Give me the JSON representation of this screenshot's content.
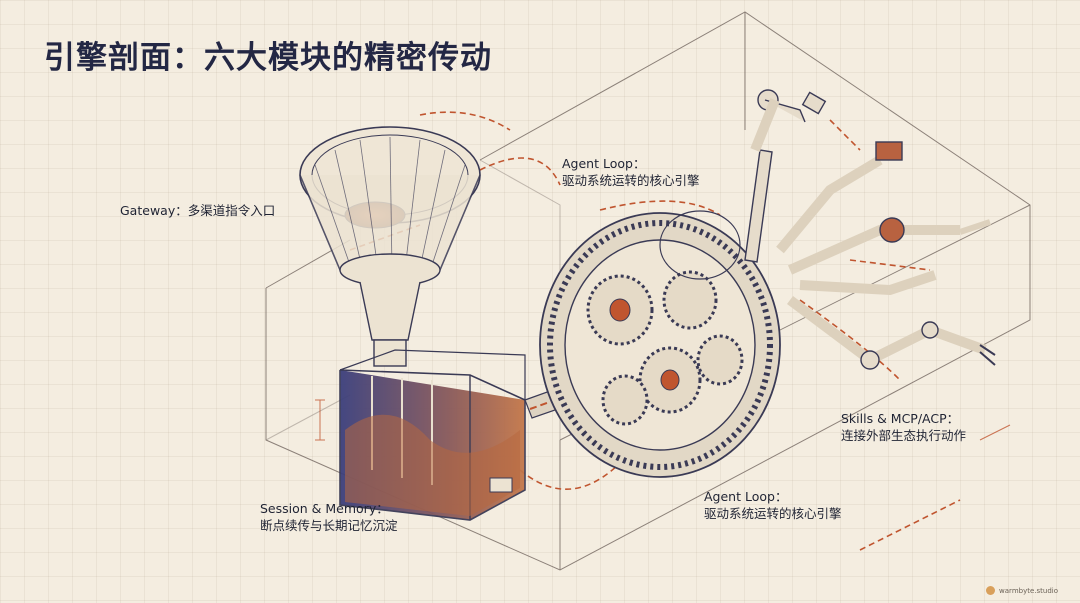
{
  "title": "引擎剖面：六大模块的精密传动",
  "labels": {
    "gateway": {
      "name": "Gateway：",
      "desc": "多渠道指令入口"
    },
    "agent_loop_top": {
      "name": "Agent Loop：",
      "desc": "驱动系统运转的核心引擎"
    },
    "agent_loop_bottom": {
      "name": "Agent Loop：",
      "desc": "驱动系统运转的核心引擎"
    },
    "skills": {
      "name": "Skills & MCP/ACP：",
      "desc": "连接外部生态执行动作"
    },
    "session": {
      "name": "Session & Memory：",
      "desc": "断点续传与长期记忆沉淀"
    }
  },
  "brand": "warmbyte.studio",
  "colors": {
    "ink": "#3a3a55",
    "accent": "#c0552f",
    "navy": "#3a3f7a",
    "background": "#f4ede0"
  }
}
